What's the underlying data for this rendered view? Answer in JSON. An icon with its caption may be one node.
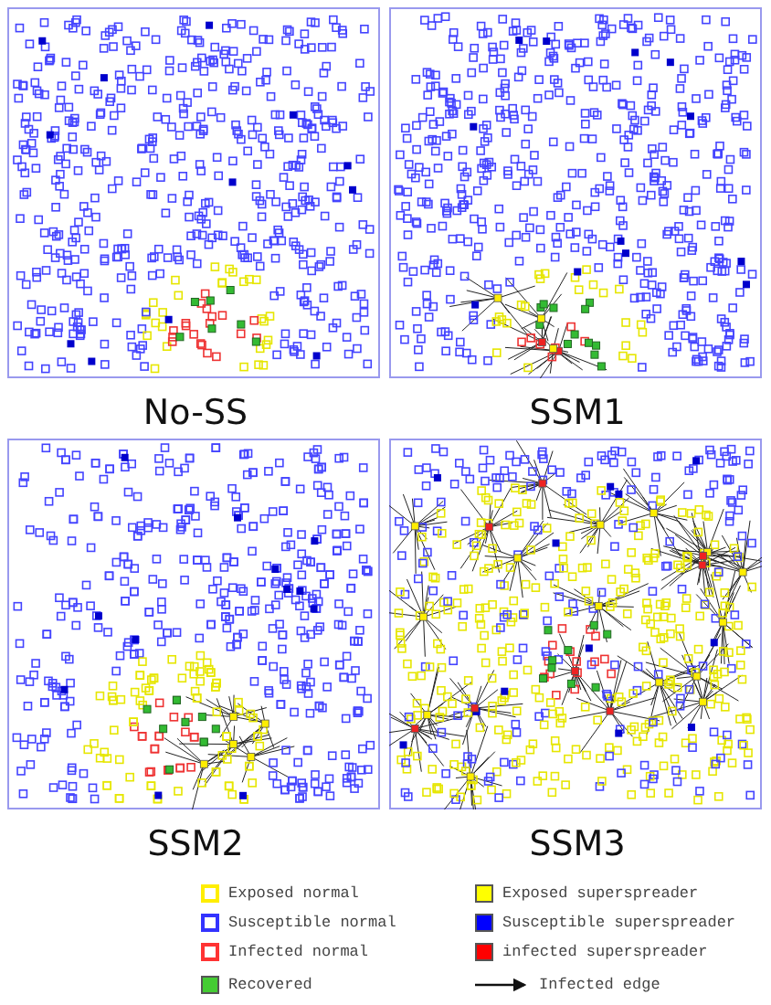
{
  "diagram": {
    "labels": [
      "No-SS",
      "SSM1",
      "SSM2",
      "SSM3"
    ],
    "legend": [
      {
        "text": "Exposed normal"
      },
      {
        "text": "Exposed superspreader",
        "color": "#ffff00"
      },
      {
        "text": "Susceptible normal"
      },
      {
        "text": "Susceptible superspreader",
        "color": "#0000ff"
      },
      {
        "text": "Infected normal"
      },
      {
        "text": "infected superspreader",
        "color": "#ff0000"
      },
      {
        "text": "Recovered",
        "color": "#44cc33"
      },
      {
        "text": "Infected edge"
      }
    ]
  }
}
